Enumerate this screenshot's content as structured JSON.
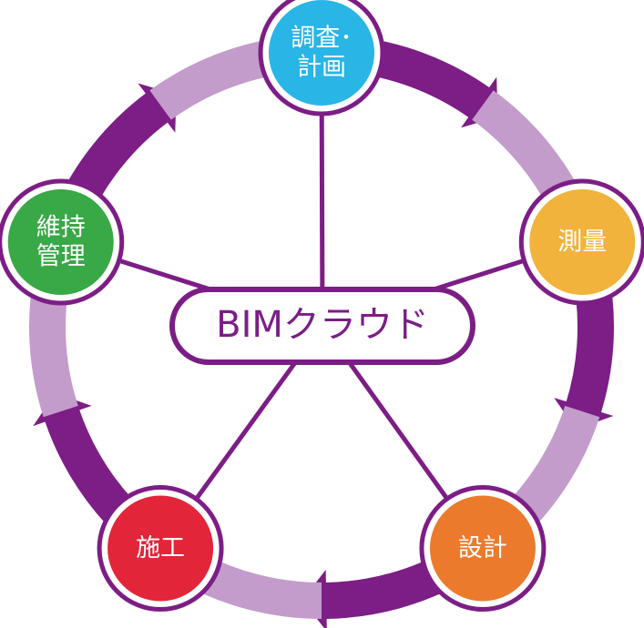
{
  "hub": {
    "label": "BIMクラウド"
  },
  "nodes": [
    {
      "id": "survey-plan",
      "lines": [
        "調査･",
        "計画"
      ],
      "color": "#29b5e6"
    },
    {
      "id": "measurement",
      "lines": [
        "測量"
      ],
      "color": "#f1b33c"
    },
    {
      "id": "design",
      "lines": [
        "設計"
      ],
      "color": "#ec7a2c"
    },
    {
      "id": "construction",
      "lines": [
        "施工"
      ],
      "color": "#e3253a"
    },
    {
      "id": "maintenance",
      "lines": [
        "維持",
        "管理"
      ],
      "color": "#39a846"
    }
  ],
  "colors": {
    "dark_purple": "#7d1d86",
    "light_purple": "#c39ccb",
    "hub_border": "#7a1e85"
  }
}
